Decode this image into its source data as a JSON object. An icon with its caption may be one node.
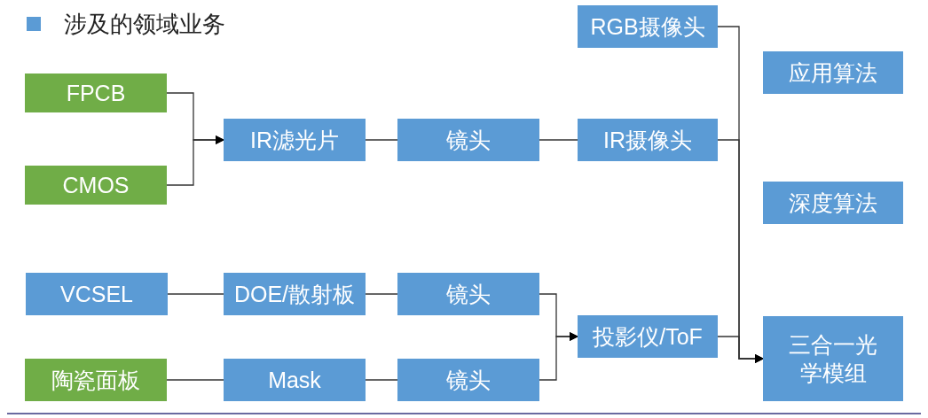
{
  "diagram": {
    "nodes": [
      {
        "text": [
          "RGB摄像头"
        ]
      },
      {
        "text": [
          "FPCB"
        ]
      },
      {
        "text": [
          "应用算法"
        ]
      },
      {
        "text": [
          "IR滤光片"
        ]
      },
      {
        "text": [
          "镜头"
        ]
      },
      {
        "text": [
          "IR摄像头"
        ]
      },
      {
        "text": [
          "CMOS"
        ]
      },
      {
        "text": [
          "深度算法"
        ]
      },
      {
        "text": [
          "VCSEL"
        ]
      },
      {
        "text": [
          "DOE/散射板"
        ]
      },
      {
        "text": [
          "镜头"
        ]
      },
      {
        "text": [
          "投影仪/ToF"
        ]
      },
      {
        "text": [
          "三合一光学模组"
        ]
      },
      {
        "text": [
          "陶瓷面板"
        ]
      },
      {
        "text": [
          "Mask"
        ]
      },
      {
        "text": [
          "镜头"
        ]
      }
    ],
    "edges": [
      {
        "from": 1,
        "to": 3,
        "arrow": "to"
      },
      {
        "from": 6,
        "to": 3,
        "arrow": "to"
      },
      {
        "from": 3,
        "to": 4,
        "arrow": "none"
      },
      {
        "from": 4,
        "to": 5,
        "arrow": "none"
      },
      {
        "from": 8,
        "to": 9,
        "arrow": "none"
      },
      {
        "from": 9,
        "to": 10,
        "arrow": "none"
      },
      {
        "from": 13,
        "to": 14,
        "arrow": "none"
      },
      {
        "from": 14,
        "to": 15,
        "arrow": "none"
      },
      {
        "from": 10,
        "to": 11,
        "arrow": "to"
      },
      {
        "from": 15,
        "to": 11,
        "arrow": "to"
      },
      {
        "from": 0,
        "to": 12,
        "arrow": "to"
      },
      {
        "from": 5,
        "to": 12,
        "arrow": "to"
      },
      {
        "from": 11,
        "to": 12,
        "arrow": "to"
      }
    ],
    "legend": [
      {
        "text": "涉及的领域业务",
        "color": "#5b9bd5"
      }
    ]
  }
}
